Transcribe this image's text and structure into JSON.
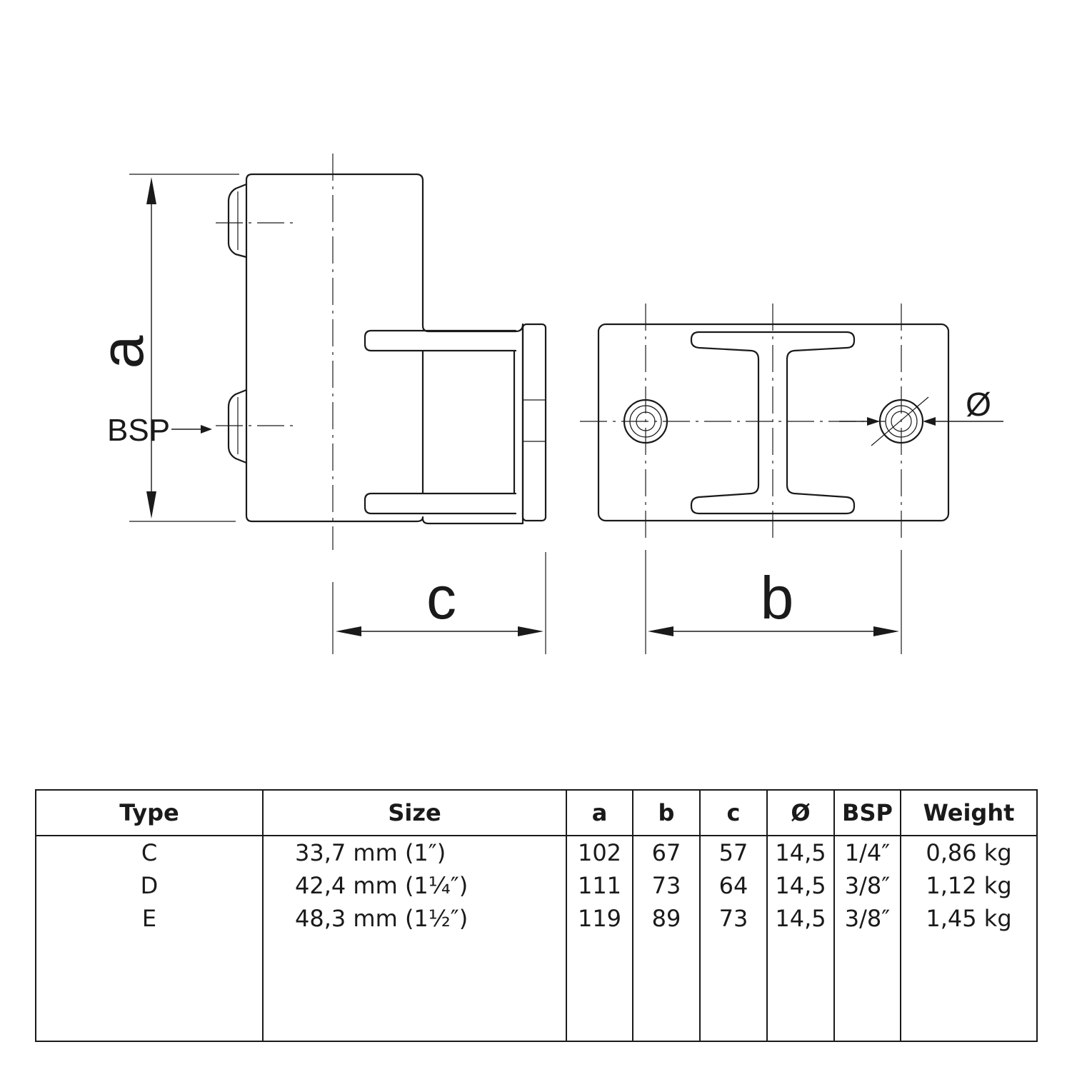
{
  "drawing": {
    "labels": {
      "a": "a",
      "b": "b",
      "c": "c",
      "diameter": "Ø",
      "bsp": "BSP"
    }
  },
  "table": {
    "headers": [
      "Type",
      "Size",
      "a",
      "b",
      "c",
      "Ø",
      "BSP",
      "Weight"
    ],
    "rows": [
      [
        "C",
        "33,7 mm (1″)",
        "102",
        "67",
        "57",
        "14,5",
        "1/4″",
        "0,86 kg"
      ],
      [
        "D",
        "42,4 mm (1¼″)",
        "111",
        "73",
        "64",
        "14,5",
        "3/8″",
        "1,12 kg"
      ],
      [
        "E",
        "48,3 mm (1½″)",
        "119",
        "89",
        "73",
        "14,5",
        "3/8″",
        "1,45 kg"
      ]
    ]
  },
  "colors": {
    "ink": "#1a1a1a",
    "background": "#ffffff"
  }
}
